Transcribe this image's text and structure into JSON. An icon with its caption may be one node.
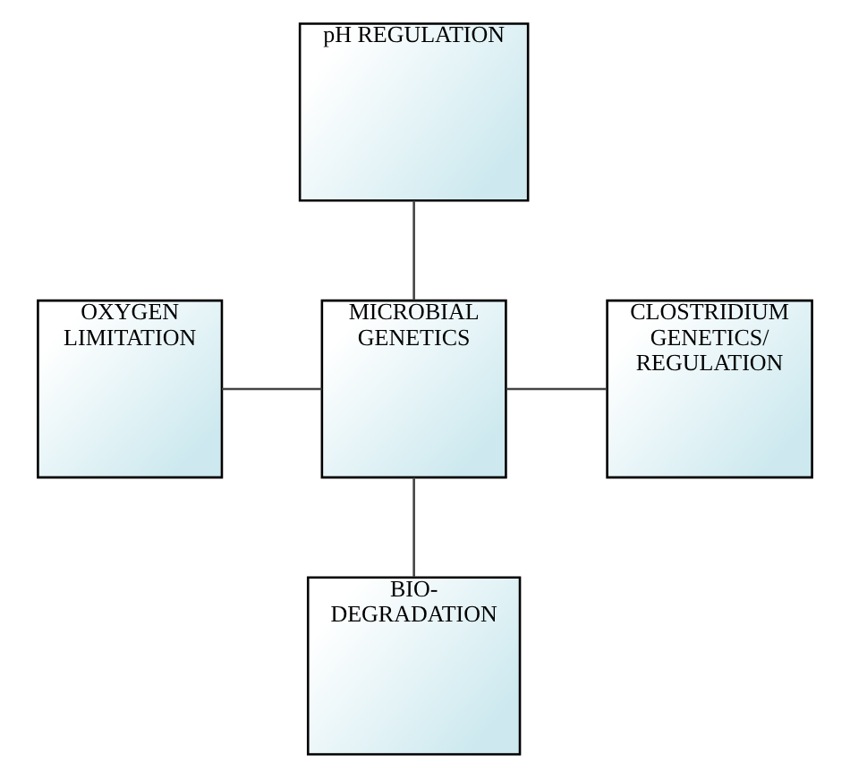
{
  "diagram": {
    "nodes": [
      {
        "text": [
          "pH REGULATION"
        ]
      },
      {
        "text": [
          "OXYGEN LIMITATION"
        ]
      },
      {
        "text": [
          "MICROBIAL GENETICS"
        ]
      },
      {
        "text": [
          "CLOSTRIDIUM GENETICS/ REGULATION"
        ]
      },
      {
        "text": [
          "BIO-DEGRADATION"
        ]
      }
    ],
    "edges": [
      {
        "from": 2,
        "to": 0,
        "arrow": "none"
      },
      {
        "from": 1,
        "to": 2,
        "arrow": "none"
      },
      {
        "from": 2,
        "to": 3,
        "arrow": "none"
      },
      {
        "from": 2,
        "to": 4,
        "arrow": "none"
      }
    ]
  }
}
